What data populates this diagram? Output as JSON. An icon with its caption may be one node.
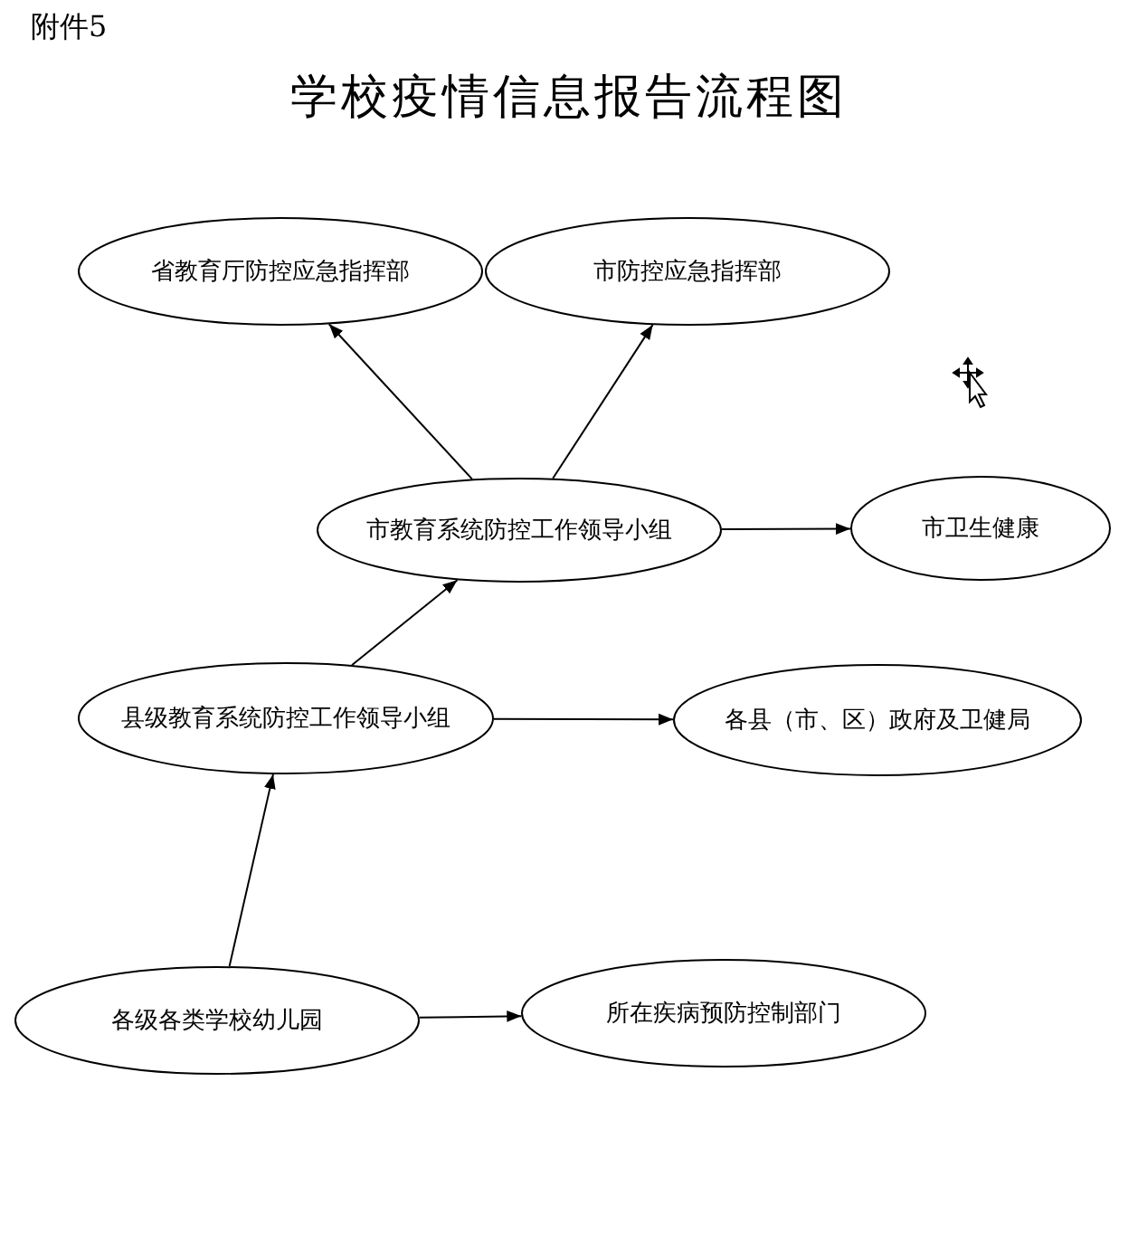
{
  "diagram": {
    "title": "学校疫情信息报告流程图",
    "nodes": [
      {
        "text": [
          "省教育厅防控应急指挥部"
        ]
      },
      {
        "text": [
          "市防控应急指挥部"
        ]
      },
      {
        "text": [
          "市教育系统防控工作领导小组"
        ]
      },
      {
        "text": [
          "市卫生健康"
        ]
      },
      {
        "text": [
          "县级教育系统防控工作领导小组"
        ]
      },
      {
        "text": [
          "各县（市、区）政府及卫健局"
        ]
      },
      {
        "text": [
          "各级各类学校幼儿园"
        ]
      },
      {
        "text": [
          "所在疾病预防控制部门"
        ]
      }
    ],
    "edges": [
      {
        "from": 2,
        "to": 0,
        "arrow": "to"
      },
      {
        "from": 2,
        "to": 1,
        "arrow": "to"
      },
      {
        "from": 2,
        "to": 3,
        "arrow": "to"
      },
      {
        "from": 4,
        "to": 2,
        "arrow": "to"
      },
      {
        "from": 4,
        "to": 5,
        "arrow": "to"
      },
      {
        "from": 6,
        "to": 4,
        "arrow": "to"
      },
      {
        "from": 6,
        "to": 7,
        "arrow": "to"
      }
    ],
    "labels": [
      "附件5"
    ]
  }
}
